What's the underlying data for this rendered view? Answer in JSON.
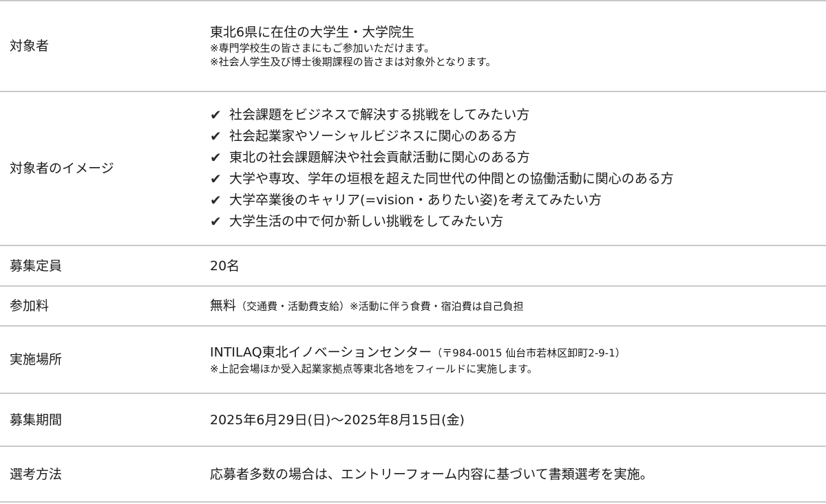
{
  "rows": [
    {
      "label": "対象者",
      "main": "東北6県に在住の大学生・大学院生",
      "notes": [
        "※専門学校生の皆さまにもご参加いただけます。",
        "※社会人学生及び博士後期課程の皆さまは対象外となります。"
      ]
    },
    {
      "label": "対象者のイメージ",
      "check_icon": "check-icon",
      "items": [
        "社会課題をビジネスで解決する挑戦をしてみたい方",
        "社会起業家やソーシャルビジネスに関心のある方",
        "東北の社会課題解決や社会貢献活動に関心のある方",
        "大学や専攻、学年の垣根を超えた同世代の仲間との協働活動に関心のある方",
        "大学卒業後のキャリア(=vision・ありたい姿)を考えてみたい方",
        "大学生活の中で何か新しい挑戦をしてみたい方"
      ]
    },
    {
      "label": "募集定員",
      "main": "20名"
    },
    {
      "label": "参加料",
      "main": "無料",
      "paren": "（交通費・活動費支給）※活動に伴う食費・宿泊費は自己負担"
    },
    {
      "label": "実施場所",
      "main": "INTILAQ東北イノベーションセンター",
      "paren": "（〒984-0015 仙台市若林区卸町2-9-1）",
      "notes": [
        "※上記会場ほか受入起業家拠点等東北各地をフィールドに実施します。"
      ]
    },
    {
      "label": "募集期間",
      "main": "2025年6月29日(日)～2025年8月15日(金)"
    },
    {
      "label": "選考方法",
      "main": "応募者多数の場合は、エントリーフォーム内容に基づいて書類選考を実施。"
    }
  ]
}
